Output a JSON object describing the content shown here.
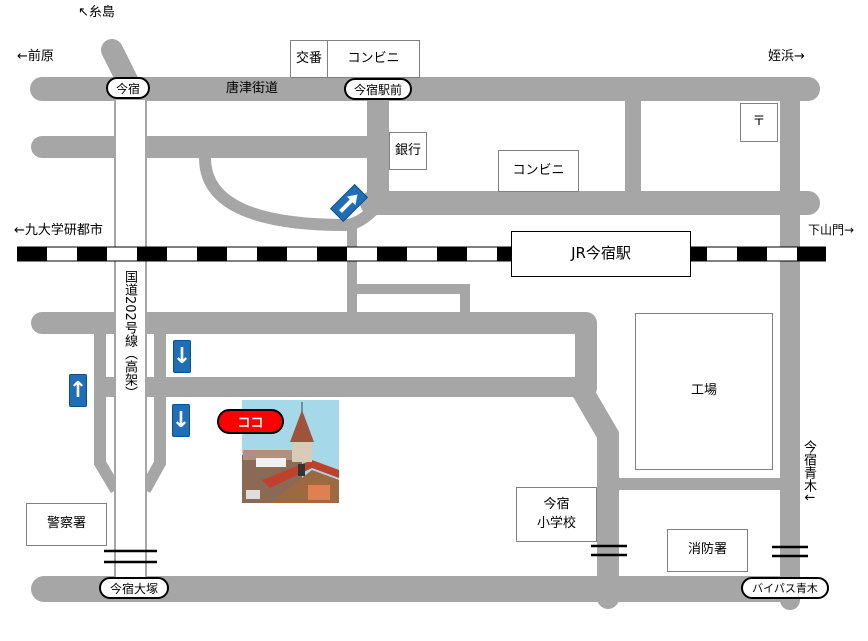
{
  "directions": {
    "itoshima": "↖糸島",
    "maebaru": "←前原",
    "meinohama": "姪浜→",
    "kyudai": "←九大学研都市",
    "shimoyamato": "下山門→",
    "imajuku_aoki": "今宿青木↓"
  },
  "roads": {
    "karatsu_kaido": "唐津街道",
    "route202": "国道202号線（高架）"
  },
  "intersections": {
    "imajuku": "今宿",
    "imajuku_ekimae": "今宿駅前",
    "imajuku_otsuka": "今宿大塚",
    "bypass_aoki": "バイパス青木"
  },
  "landmarks": {
    "koban": "交番",
    "konbini1": "コンビニ",
    "bank": "銀行",
    "konbini2": "コンビニ",
    "post_office": "〒",
    "station": "JR今宿駅",
    "factory": "工場",
    "school": "今宿\n小学校",
    "fire_station": "消防署",
    "police": "警察署"
  },
  "marker": {
    "label": "ココ",
    "color": "#ff0000"
  },
  "colors": {
    "road": "#a6a6a6",
    "sign": "#1e6fb8"
  }
}
